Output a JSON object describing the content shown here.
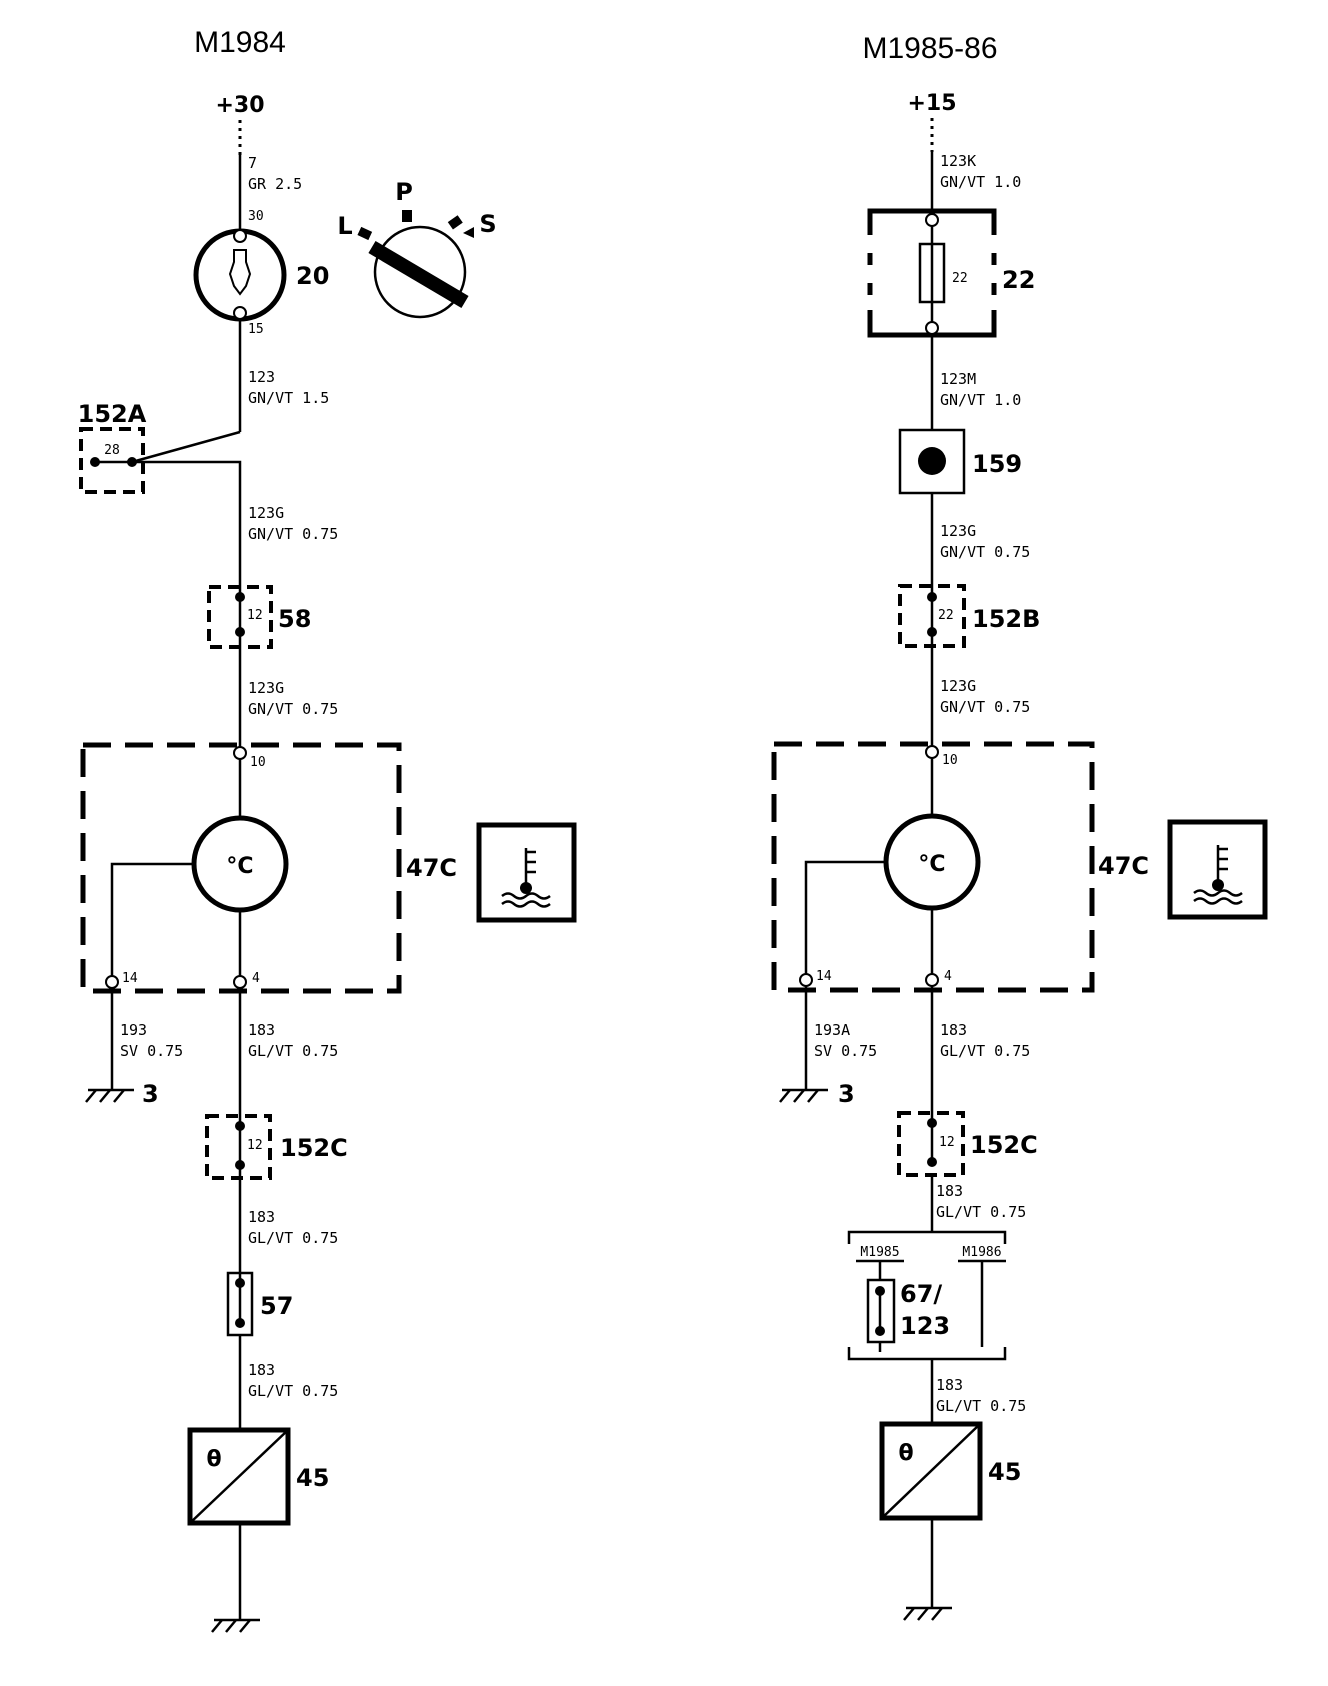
{
  "left": {
    "title": "M1984",
    "supply": "+30",
    "wires": {
      "w7": [
        "7",
        "GR 2.5"
      ],
      "w123": [
        "123",
        "GN/VT 1.5"
      ],
      "w123g_a": [
        "123G",
        "GN/VT 0.75"
      ],
      "w123g_b": [
        "123G",
        "GN/VT 0.75"
      ],
      "w193": [
        "193",
        "SV 0.75"
      ],
      "w183_a": [
        "183",
        "GL/VT 0.75"
      ],
      "w183_b": [
        "183",
        "GL/VT 0.75"
      ],
      "w183_c": [
        "183",
        "GL/VT 0.75"
      ]
    },
    "pins": {
      "p30": "30",
      "p15": "15",
      "p28": "28",
      "p12a": "12",
      "p10": "10",
      "p14": "14",
      "p4": "4",
      "p12b": "12"
    },
    "components": {
      "switch": "20",
      "conn_a": "152A",
      "conn_58": "58",
      "gauge": "47C",
      "ground": "3",
      "conn_c": "152C",
      "fuse": "57",
      "sender": "45"
    },
    "switch_positions": {
      "l": "L",
      "p": "P",
      "s": "S"
    },
    "gauge_unit": "°C",
    "sender_symbol": "θ"
  },
  "right": {
    "title": "M1985-86",
    "supply": "+15",
    "wires": {
      "w123k": [
        "123K",
        "GN/VT 1.0"
      ],
      "w123m": [
        "123M",
        "GN/VT 1.0"
      ],
      "w123g_a": [
        "123G",
        "GN/VT 0.75"
      ],
      "w123g_b": [
        "123G",
        "GN/VT 0.75"
      ],
      "w193a": [
        "193A",
        "SV 0.75"
      ],
      "w183_a": [
        "183",
        "GL/VT 0.75"
      ],
      "w183_b": [
        "183",
        "GL/VT 0.75"
      ],
      "w183_c": [
        "183",
        "GL/VT 0.75"
      ]
    },
    "pins": {
      "p22fuse": "22",
      "p22": "22",
      "p10": "10",
      "p14": "14",
      "p4": "4",
      "p12": "12"
    },
    "components": {
      "fuse_box": "22",
      "connector_159": "159",
      "conn_b": "152B",
      "gauge": "47C",
      "ground": "3",
      "conn_c": "152C",
      "fuse_a": "67/",
      "fuse_b": "123",
      "sender": "45"
    },
    "variants": {
      "a": "M1985",
      "b": "M1986"
    },
    "gauge_unit": "°C",
    "sender_symbol": "θ"
  }
}
